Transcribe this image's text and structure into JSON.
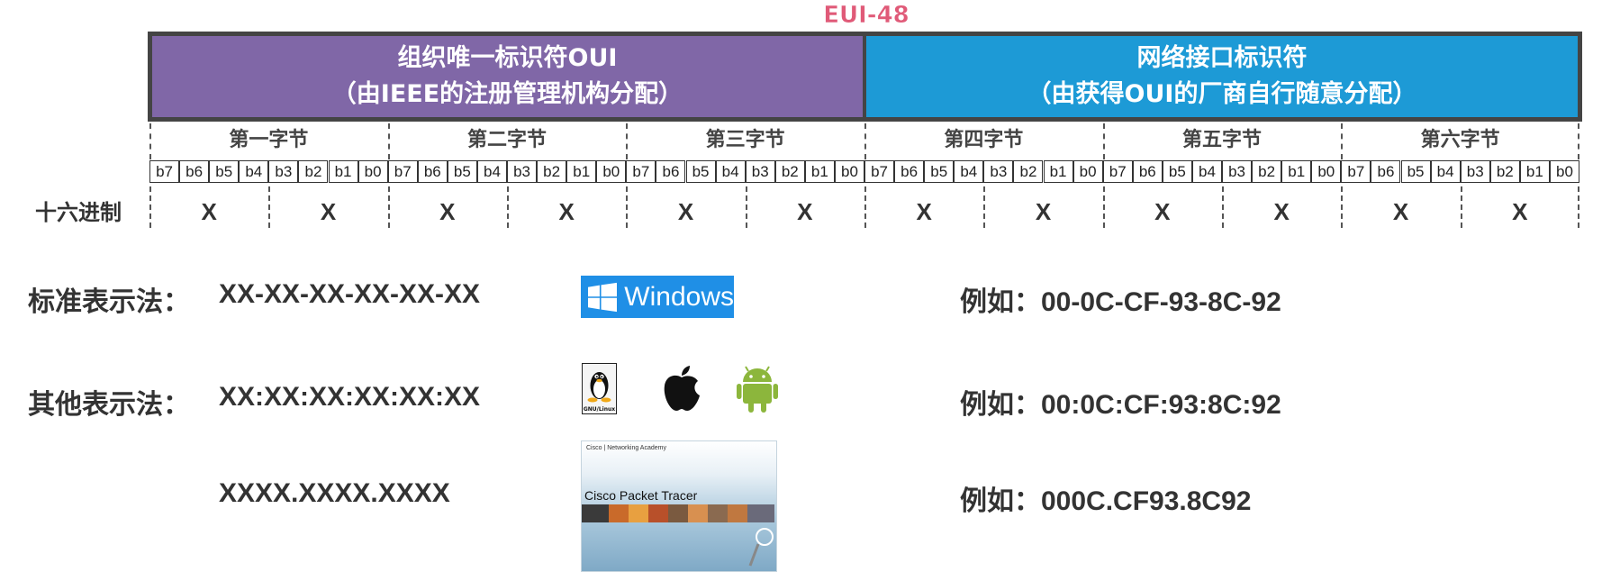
{
  "title": "EUI-48",
  "oui": {
    "line1": "组织唯一标识符OUI",
    "line2": "（由IEEE的注册管理机构分配）",
    "color": "#8067a7"
  },
  "nic": {
    "line1": "网络接口标识符",
    "line2": "（由获得OUI的厂商自行随意分配）",
    "color": "#1d9ad6"
  },
  "bytes": [
    "第一字节",
    "第二字节",
    "第三字节",
    "第四字节",
    "第五字节",
    "第六字节"
  ],
  "bits": [
    "b7",
    "b6",
    "b5",
    "b4",
    "b3",
    "b2",
    "b1",
    "b0"
  ],
  "hex_label": "十六进制",
  "hex_values": [
    "X",
    "X",
    "X",
    "X",
    "X",
    "X",
    "X",
    "X",
    "X",
    "X",
    "X",
    "X"
  ],
  "notations": {
    "standard": {
      "label": "标准表示法：",
      "format": "XX-XX-XX-XX-XX-XX",
      "example": "例如：00-0C-CF-93-8C-92"
    },
    "other": {
      "label": "其他表示法：",
      "format": "XX:XX:XX:XX:XX:XX",
      "example": "例如：00:0C:CF:93:8C:92"
    },
    "cisco": {
      "format": "XXXX.XXXX.XXXX",
      "example": "例如：000C.CF93.8C92"
    }
  },
  "logos": {
    "windows": {
      "text": "Windows",
      "color": "#1f8fe6",
      "icon": "windows-logo"
    },
    "linux": {
      "text": "GNU/Linux",
      "icon": "linux-tux-logo"
    },
    "apple": {
      "icon": "apple-logo"
    },
    "android": {
      "icon": "android-logo",
      "color": "#8cb63c"
    },
    "cisco": {
      "header": "Cisco | Networking Academy",
      "title": "Cisco Packet Tracer",
      "icon": "cisco-packet-tracer-logo"
    }
  }
}
